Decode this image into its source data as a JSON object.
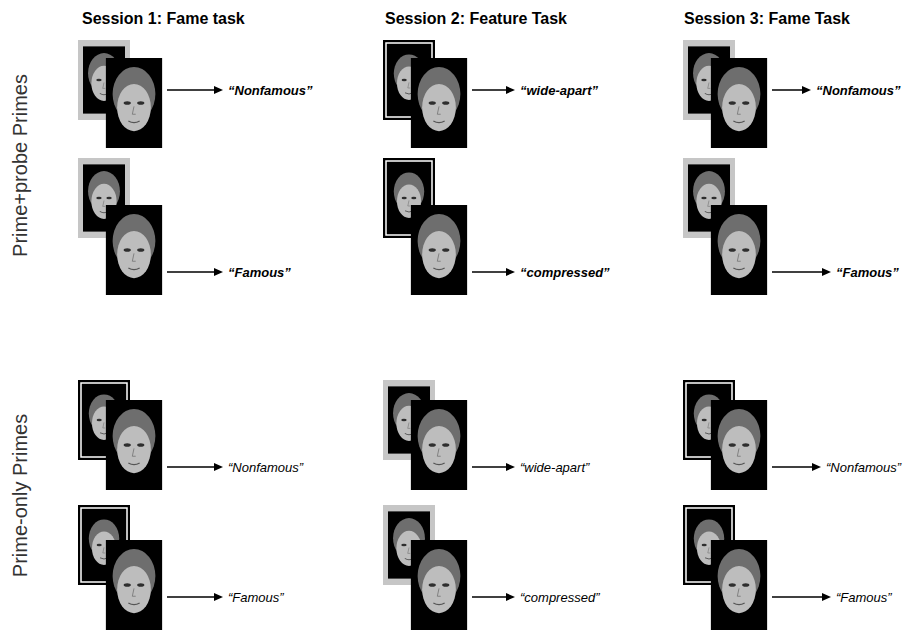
{
  "diagram": {
    "labels": [
      "Session 1:  Fame task",
      "Session 2:  Feature Task",
      "Session 3:  Fame Task",
      "Prime+probe Primes",
      "Prime-only Primes",
      "“Nonfamous”",
      "“wide-apart”",
      "“Nonfamous”",
      "“Famous”",
      "“compressed”",
      "“Famous”",
      "“Nonfamous”",
      "“wide-apart”",
      "“Nonfamous”",
      "“Famous”",
      "“compressed”",
      "“Famous”"
    ]
  }
}
